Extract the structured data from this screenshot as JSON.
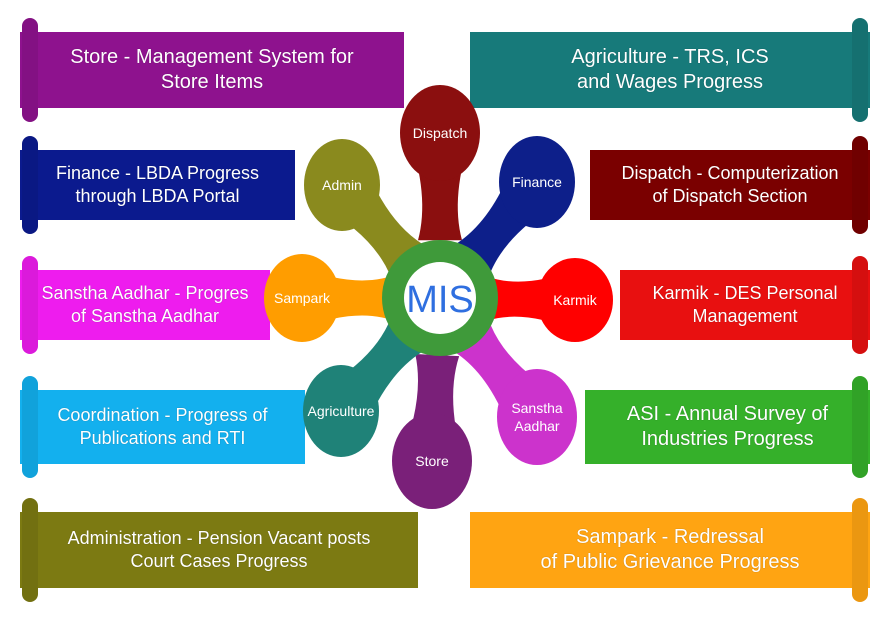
{
  "hub": {
    "label": "MIS",
    "ring_color": "#3f9a3a",
    "center_color": "#ffffff",
    "label_color": "#2f6fe0"
  },
  "petals": [
    {
      "key": "dispatch",
      "label": "Dispatch",
      "color": "#8b0f0f"
    },
    {
      "key": "finance",
      "label": "Finance",
      "color": "#0d1f8a"
    },
    {
      "key": "karmik",
      "label": "Karmik",
      "color": "#ff0000"
    },
    {
      "key": "sanstha",
      "label": "Sanstha Aadhar",
      "label_lines": [
        "Sanstha",
        "Aadhar"
      ],
      "color": "#cc33cc"
    },
    {
      "key": "store",
      "label": "Store",
      "color": "#7a2079"
    },
    {
      "key": "agriculture",
      "label": "Agriculture",
      "color": "#1f8278"
    },
    {
      "key": "sampark",
      "label": "Sampark",
      "color": "#ff9d00"
    },
    {
      "key": "admin",
      "label": "Admin",
      "color": "#8a8a1e"
    }
  ],
  "banners": {
    "store": {
      "line1": "Store - Management System for",
      "line2": "Store Items",
      "color": "#8e128e"
    },
    "agriculture": {
      "line1": "Agriculture - TRS, ICS",
      "line2": "and Wages Progress",
      "color": "#177a7a"
    },
    "finance": {
      "line1": "Finance - LBDA Progress",
      "line2": "through LBDA Portal",
      "color": "#0b1a8e"
    },
    "dispatch": {
      "line1": "Dispatch - Computerization",
      "line2": "of Dispatch Section",
      "color": "#7a0000"
    },
    "sanstha": {
      "line1": "Sanstha Aadhar - Progres",
      "line2": "of Sanstha Aadhar",
      "color": "#ee1cee"
    },
    "karmik": {
      "line1": "Karmik - DES Personal",
      "line2": "Management",
      "color": "#e81010"
    },
    "coordination": {
      "line1": "Coordination - Progress of",
      "line2": "Publications and RTI",
      "color": "#13b0ee"
    },
    "asi": {
      "line1": "ASI - Annual Survey of",
      "line2": "Industries Progress",
      "color": "#35b02a"
    },
    "administration": {
      "line1": "Administration - Pension Vacant posts",
      "line2": "Court Cases Progress",
      "color": "#7c7a12"
    },
    "sampark": {
      "line1": "Sampark - Redressal",
      "line2": "of Public Grievance Progress",
      "color": "#ffa412"
    }
  }
}
